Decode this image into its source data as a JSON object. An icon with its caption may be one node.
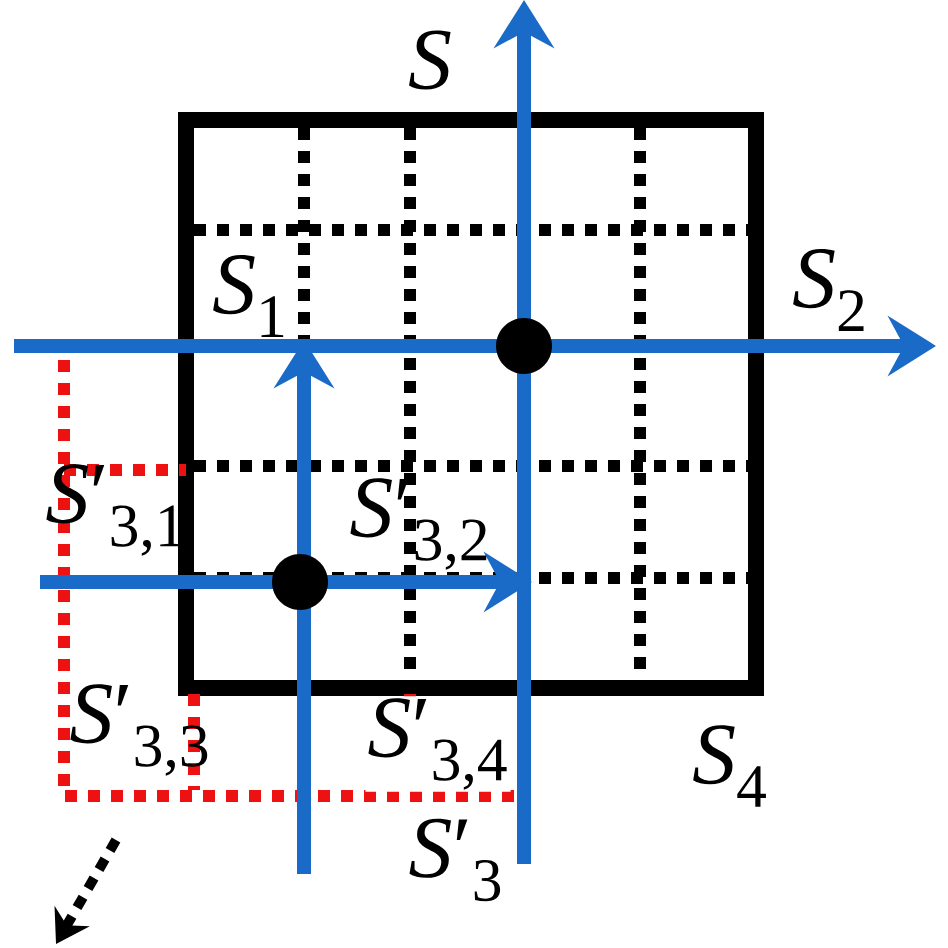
{
  "diagram": {
    "labels": [
      "*S*",
      "*S*$_{1}$",
      "*S*$_{2}$",
      "*S*′$_{3,1}$",
      "*S*′$_{3,2}$",
      "*S*′$_{3,3}$",
      "*S*′$_{3,4}$",
      "*S*$_{4}$",
      "*S*′$_{3}$"
    ]
  }
}
